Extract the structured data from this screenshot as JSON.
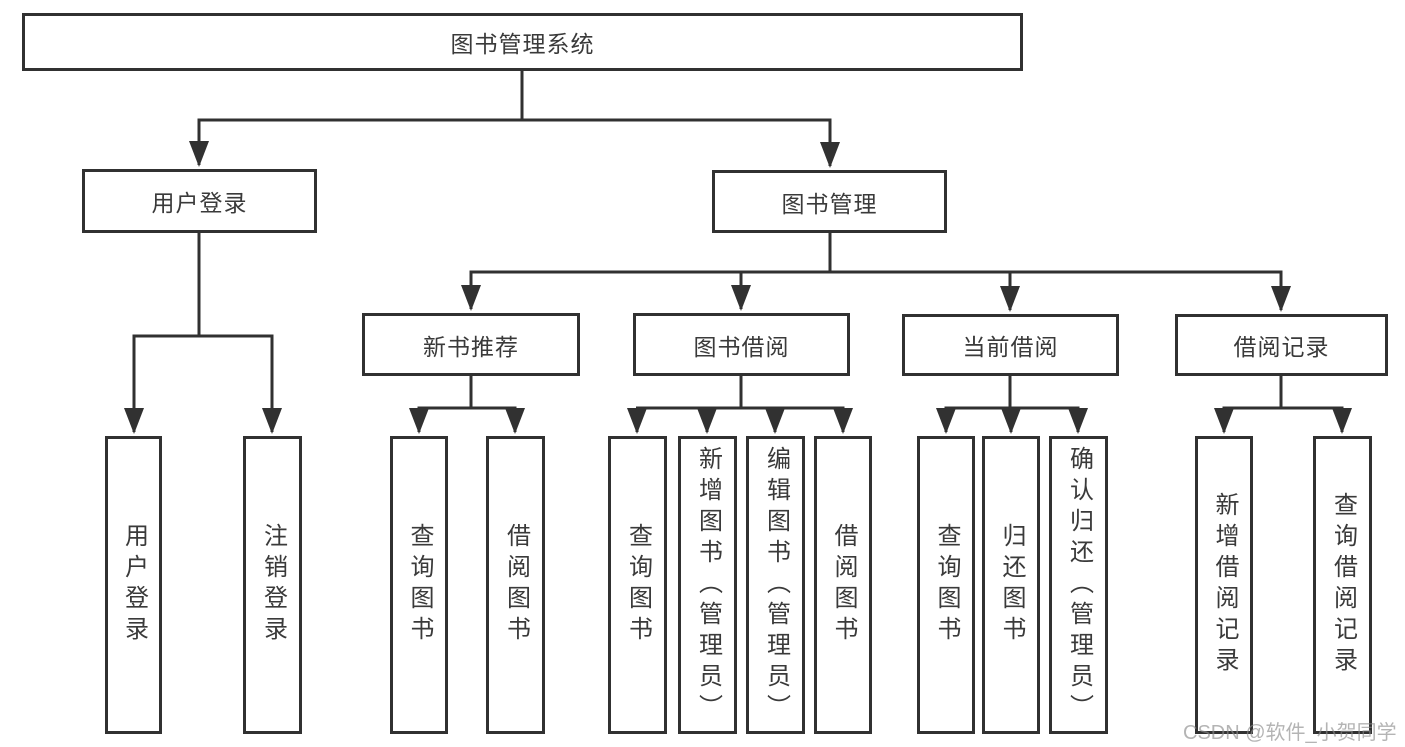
{
  "diagram_title": "图书管理系统",
  "tree": {
    "root": {
      "label": "图书管理系统"
    },
    "branches": [
      {
        "label": "用户登录",
        "children": [
          {
            "label": "用户登录"
          },
          {
            "label": "注销登录"
          }
        ]
      },
      {
        "label": "图书管理",
        "children": [
          {
            "label": "新书推荐",
            "children": [
              {
                "label": "查询图书"
              },
              {
                "label": "借阅图书"
              }
            ]
          },
          {
            "label": "图书借阅",
            "children": [
              {
                "label": "查询图书"
              },
              {
                "label": "新增图书（管理员）"
              },
              {
                "label": "编辑图书（管理员）"
              },
              {
                "label": "借阅图书"
              }
            ]
          },
          {
            "label": "当前借阅",
            "children": [
              {
                "label": "查询图书"
              },
              {
                "label": "归还图书"
              },
              {
                "label": "确认归还（管理员）"
              }
            ]
          },
          {
            "label": "借阅记录",
            "children": [
              {
                "label": "新增借阅记录"
              },
              {
                "label": "查询借阅记录"
              }
            ]
          }
        ]
      }
    ]
  },
  "watermark": "CSDN @软件_小贺同学",
  "colors": {
    "line": "#313131",
    "text": "#3a3a3a",
    "background": "#ffffff",
    "watermark": "#8c8c8c"
  }
}
